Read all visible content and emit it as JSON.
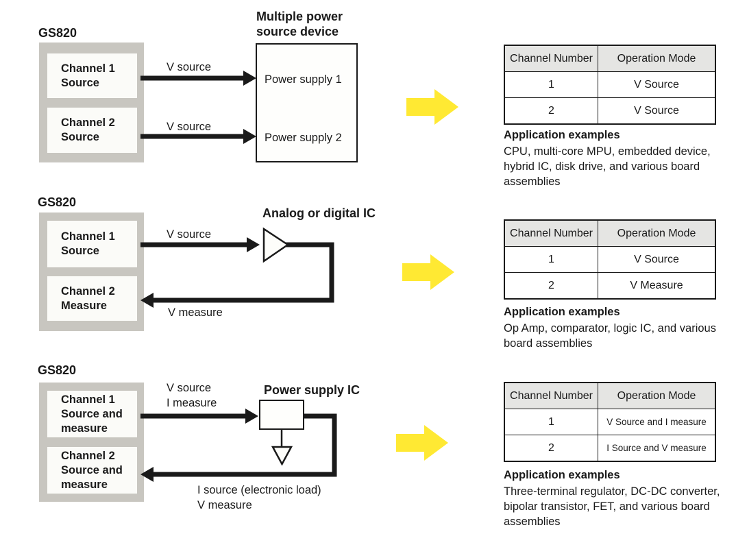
{
  "colors": {
    "accent_yellow": "#ffe933",
    "panel_gray": "#c8c6c0",
    "table_header_bg": "#e5e5e3",
    "line_black": "#1a1a1a"
  },
  "icons": {
    "flow_arrow": "yellow-right-arrow",
    "opamp": "triangle-right-symbol",
    "ground": "triangle-down-ground-symbol"
  },
  "rows": [
    {
      "unit_label": "GS820",
      "channel1_label": "Channel 1\nSource",
      "channel2_label": "Channel 2\nSource",
      "arrow1_label": "V source",
      "arrow2_label": "V source",
      "device_title": "Multiple power\nsource device",
      "device_item1": "Power supply 1",
      "device_item2": "Power supply 2",
      "table": {
        "header": {
          "col1": "Channel Number",
          "col2": "Operation Mode"
        },
        "rows": [
          {
            "channel": "1",
            "mode": "V Source"
          },
          {
            "channel": "2",
            "mode": "V Source"
          }
        ]
      },
      "app_heading": "Application examples",
      "app_text": "CPU, multi-core MPU, embedded device, hybrid IC, disk drive, and various board assemblies"
    },
    {
      "unit_label": "GS820",
      "channel1_label": "Channel 1\nSource",
      "channel2_label": "Channel 2\nMeasure",
      "arrow1_label": "V source",
      "return_label": "V measure",
      "device_title": "Analog or digital IC",
      "table": {
        "header": {
          "col1": "Channel Number",
          "col2": "Operation Mode"
        },
        "rows": [
          {
            "channel": "1",
            "mode": "V Source"
          },
          {
            "channel": "2",
            "mode": "V Measure"
          }
        ]
      },
      "app_heading": "Application examples",
      "app_text": "Op Amp, comparator, logic IC, and various board assemblies"
    },
    {
      "unit_label": "GS820",
      "channel1_label": "Channel 1\nSource and\nmeasure",
      "channel2_label": "Channel 2\nSource and\nmeasure",
      "arrow1_label": "V source\nI measure",
      "return_label": "I source (electronic load)\nV measure",
      "device_title": "Power supply IC",
      "table": {
        "header": {
          "col1": "Channel Number",
          "col2": "Operation Mode"
        },
        "rows": [
          {
            "channel": "1",
            "mode": "V Source and I measure"
          },
          {
            "channel": "2",
            "mode": "I Source and V measure"
          }
        ]
      },
      "app_heading": "Application examples",
      "app_text": "Three-terminal regulator, DC-DC converter, bipolar transistor, FET, and various board assemblies"
    }
  ]
}
